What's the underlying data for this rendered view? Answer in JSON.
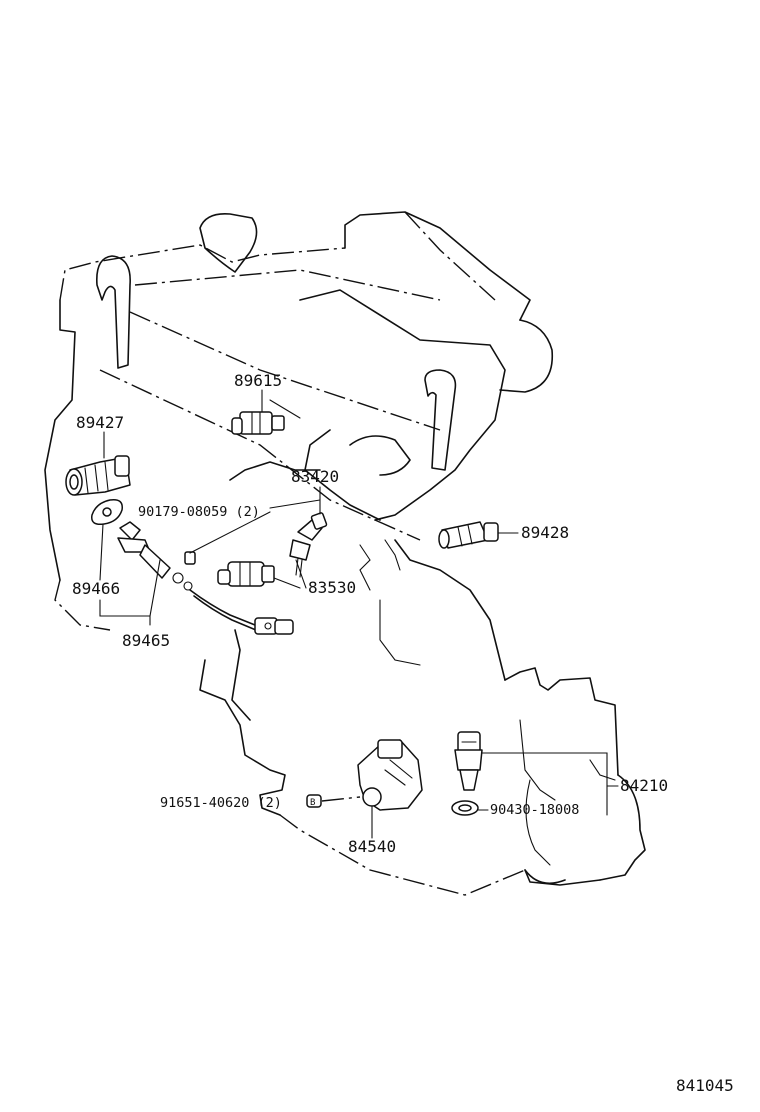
{
  "diagram_code": "841045",
  "parts": [
    {
      "id": "p89615",
      "number": "89615"
    },
    {
      "id": "p89427",
      "number": "89427"
    },
    {
      "id": "p83420",
      "number": "83420"
    },
    {
      "id": "p90179",
      "number": "90179-08059 (2)"
    },
    {
      "id": "p89428",
      "number": "89428"
    },
    {
      "id": "p83530",
      "number": "83530"
    },
    {
      "id": "p89466",
      "number": "89466"
    },
    {
      "id": "p89465",
      "number": "89465"
    },
    {
      "id": "p84210",
      "number": "84210"
    },
    {
      "id": "p91651",
      "number": "91651-40620 (2)"
    },
    {
      "id": "p90430",
      "number": "90430-18008"
    },
    {
      "id": "p84540",
      "number": "84540"
    }
  ]
}
